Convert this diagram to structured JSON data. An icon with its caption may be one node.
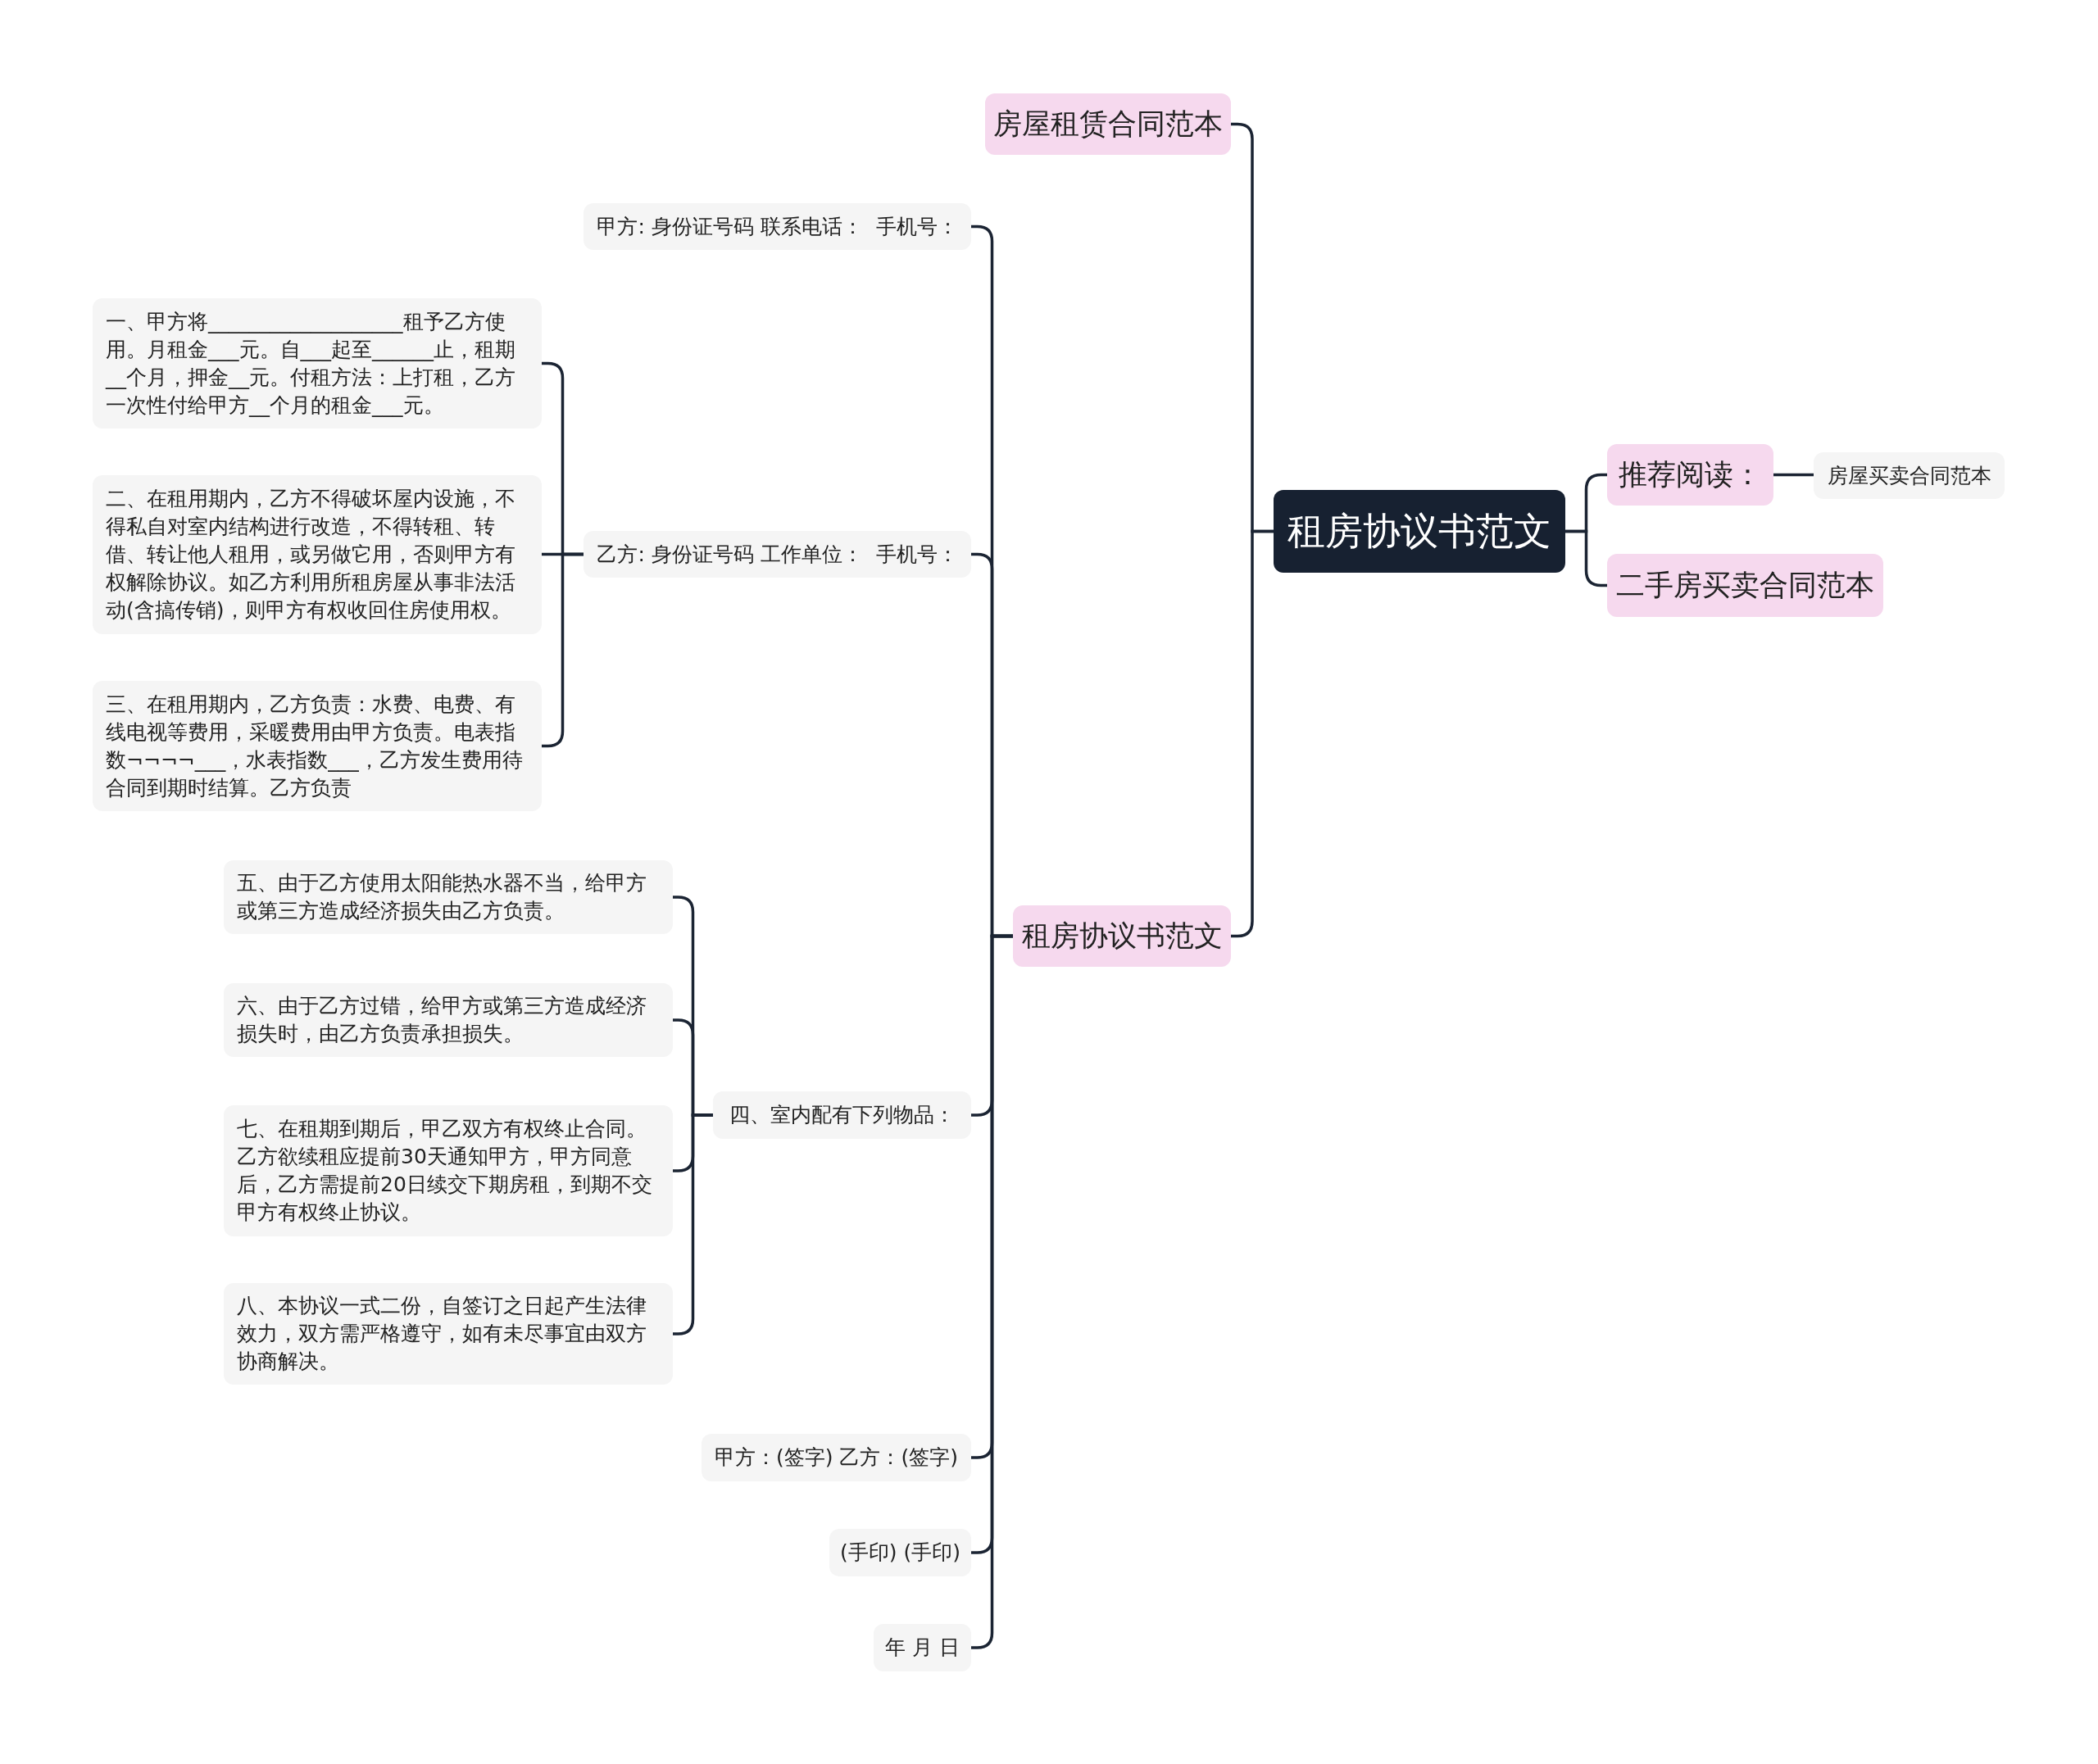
{
  "diagram": {
    "nodes": [
      {
        "text": [
          "租房协议书范文"
        ]
      },
      {
        "text": [
          "房屋租赁合同范本"
        ]
      },
      {
        "text": [
          "租房协议书范文"
        ]
      },
      {
        "text": [
          "甲方: 身份证号码 联系电话：  手机号："
        ]
      },
      {
        "text": [
          "乙方: 身份证号码 工作单位：  手机号："
        ]
      },
      {
        "text": [
          "一、甲方将___________________租予乙方使用。月租金___元。自___起至______止，租期__个月，押金__元。付租方法：上打租，乙方一次性付给甲方__个月的租金___元。"
        ]
      },
      {
        "text": [
          "二、在租用期内，乙方不得破坏屋内设施，不得私自对室内结构进行改造，不得转租、转借、转让他人租用，或另做它用，否则甲方有权解除协议。如乙方利用所租房屋从事非法活动(含搞传销)，则甲方有权收回住房使用权。"
        ]
      },
      {
        "text": [
          "三、在租用期内，乙方负责：水费、电费、有线电视等费用，采暖费用由甲方负责。电表指数¬¬¬¬___，水表指数___，乙方发生费用待合同到期时结算。乙方负责"
        ]
      },
      {
        "text": [
          "四、室内配有下列物品："
        ]
      },
      {
        "text": [
          "五、由于乙方使用太阳能热水器不当，给甲方或第三方造成经济损失由乙方负责。"
        ]
      },
      {
        "text": [
          "六、由于乙方过错，给甲方或第三方造成经济损失时，由乙方负责承担损失。"
        ]
      },
      {
        "text": [
          "七、在租期到期后，甲乙双方有权终止合同。乙方欲续租应提前30天通知甲方，甲方同意后，乙方需提前20日续交下期房租，到期不交甲方有权终止协议。"
        ]
      },
      {
        "text": [
          "八、本协议一式二份，自签订之日起产生法律效力，双方需严格遵守，如有未尽事宜由双方协商解决。"
        ]
      },
      {
        "text": [
          "甲方：(签字) 乙方：(签字)"
        ]
      },
      {
        "text": [
          "(手印) (手印)"
        ]
      },
      {
        "text": [
          "年 月 日"
        ]
      },
      {
        "text": [
          "推荐阅读："
        ]
      },
      {
        "text": [
          "房屋买卖合同范本"
        ]
      },
      {
        "text": [
          "二手房买卖合同范本"
        ]
      }
    ],
    "edges": [
      {
        "from": 0,
        "to": 1,
        "arrow": "none"
      },
      {
        "from": 0,
        "to": 2,
        "arrow": "none"
      },
      {
        "from": 0,
        "to": 16,
        "arrow": "none"
      },
      {
        "from": 0,
        "to": 18,
        "arrow": "none"
      },
      {
        "from": 16,
        "to": 17,
        "arrow": "none"
      },
      {
        "from": 2,
        "to": 3,
        "arrow": "none"
      },
      {
        "from": 2,
        "to": 4,
        "arrow": "none"
      },
      {
        "from": 2,
        "to": 8,
        "arrow": "none"
      },
      {
        "from": 2,
        "to": 13,
        "arrow": "none"
      },
      {
        "from": 2,
        "to": 14,
        "arrow": "none"
      },
      {
        "from": 2,
        "to": 15,
        "arrow": "none"
      },
      {
        "from": 4,
        "to": 5,
        "arrow": "none"
      },
      {
        "from": 4,
        "to": 6,
        "arrow": "none"
      },
      {
        "from": 4,
        "to": 7,
        "arrow": "none"
      },
      {
        "from": 8,
        "to": 9,
        "arrow": "none"
      },
      {
        "from": 8,
        "to": 10,
        "arrow": "none"
      },
      {
        "from": 8,
        "to": 11,
        "arrow": "none"
      },
      {
        "from": 8,
        "to": 12,
        "arrow": "none"
      }
    ]
  }
}
